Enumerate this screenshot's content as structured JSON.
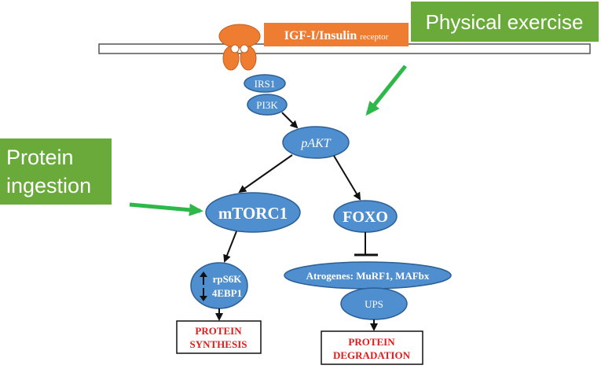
{
  "receptor": {
    "label_main": "IGF-I/Insulin",
    "label_small": "receptor"
  },
  "boxes": {
    "physical_exercise": "Physical exercise",
    "protein_ingestion_line1": "Protein",
    "protein_ingestion_line2": "ingestion"
  },
  "nodes": {
    "irs1": "IRS1",
    "pi3k": "PI3K",
    "pakt": "pAKT",
    "mtorc1": "mTORC1",
    "foxo": "FOXO",
    "rps6k": "rpS6K",
    "ebp1": "4EBP1",
    "atrogenes": "Atrogenes: MuRF1, MAFbx",
    "ups": "UPS"
  },
  "outcomes": {
    "synthesis_line1": "PROTEIN",
    "synthesis_line2": "SYNTHESIS",
    "degradation_line1": "PROTEIN",
    "degradation_line2": "DEGRADATION"
  },
  "colors": {
    "node_fill": "#4f8fd0",
    "node_stroke": "#2b5f95",
    "green_box": "#6aaa3a",
    "green_arrow": "#2eb84a",
    "orange": "#ee7d31",
    "red_text": "#e01b1b"
  }
}
